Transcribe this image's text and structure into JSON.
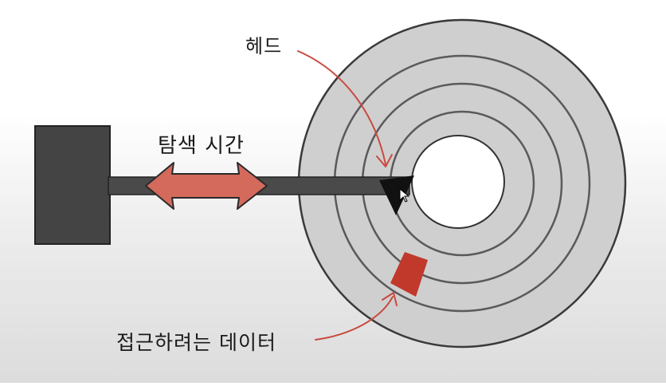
{
  "labels": {
    "head": "헤드",
    "seek_time": "탐색 시간",
    "target_data": "접근하려는 데이터"
  },
  "colors": {
    "platter": "#cfcfcf",
    "platter_stroke": "#3a3a3a",
    "track_stroke": "#5a5a5a",
    "arm": "#4a4a4a",
    "arm_block": "#444444",
    "head": "#111111",
    "seek_arrow": "#d46a5c",
    "sector": "#c0392b",
    "pointer": "#c94a40"
  },
  "icons": {
    "cursor": "mouse-pointer-icon"
  }
}
